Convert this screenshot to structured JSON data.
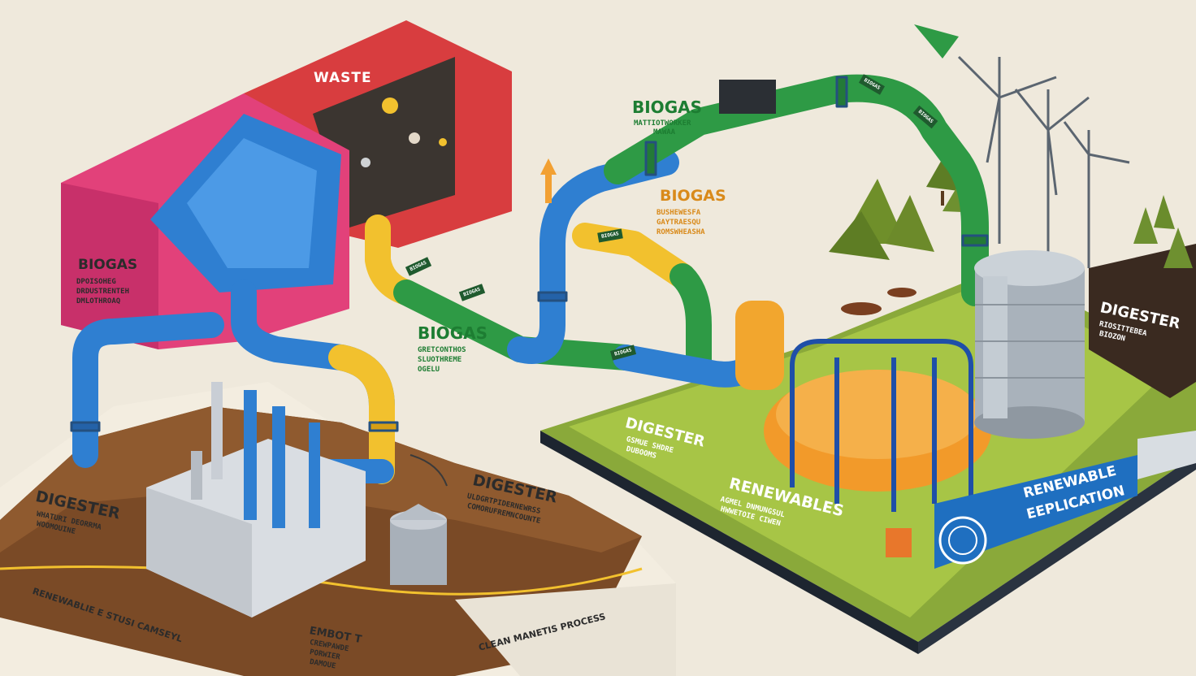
{
  "labels": {
    "waste": "WASTE",
    "biogas_top": "BIOGAS",
    "biogas_orange": "BIOGAS",
    "biogas_left": "BIOGAS",
    "biogas_middle": "BIOGAS",
    "digester_left": "DIGESTER",
    "digester_center": "DIGESTER",
    "digester_mid_field": "DIGESTER",
    "digester_right": "DIGESTER",
    "renewables": "RENEWABLES",
    "renewable_banner_line1": "RENEWABLE",
    "renewable_banner_line2": "EEPLICATION",
    "bottom_left_caption": "RENEWABLIE E STUSI CAMSEYL",
    "bottom_right_caption": "CLEAN MANETIS PROCESS",
    "embot": "EMBOT T"
  },
  "sublabels": {
    "biogas_top": [
      "MATTIOTWORKER",
      "MAWAA"
    ],
    "biogas_orange": [
      "BUSHEWESFA",
      "GAYTRAESQU",
      "ROMSWHEASHA"
    ],
    "biogas_left": [
      "DPOISOHEG",
      "DRDUSTRENTEH",
      "DMLOTHROAQ"
    ],
    "biogas_middle": [
      "GRETCONTHOS",
      "SLUOTHREME",
      "OGELU"
    ],
    "digester_left": [
      "WHATURI DEORRMA",
      "WOOMOUINE"
    ],
    "digester_center": [
      "ULDGRTPIDERNEWRSS",
      "COMORUFREMNCOUNTE"
    ],
    "digester_mid_field": [
      "GSMUE SHDRE",
      "DUBOOMS"
    ],
    "digester_right": [
      "RIOSITTEBEA",
      "BIOZON"
    ],
    "renewables": [
      "AGMEL DNMUNGSUL",
      "HWWETOIE CIWEN"
    ],
    "embot": [
      "CREWPAWDE",
      "PORWIER",
      "DAMOUE"
    ]
  },
  "badge_text": "BIOGAS",
  "colors": {
    "background": "#efe9dc",
    "pipe_blue": "#2f7fd1",
    "pipe_green": "#2e9a45",
    "pipe_yellow": "#f2c12e",
    "bin_pink": "#e2417a",
    "bin_red": "#d83d3f",
    "soil": "#7a4a26",
    "grass": "#9dbb3c",
    "banner_blue": "#1f6fc0",
    "digester_orange": "#f29a2a",
    "label_green": "#1d7d32",
    "label_orange": "#d98a1a"
  }
}
